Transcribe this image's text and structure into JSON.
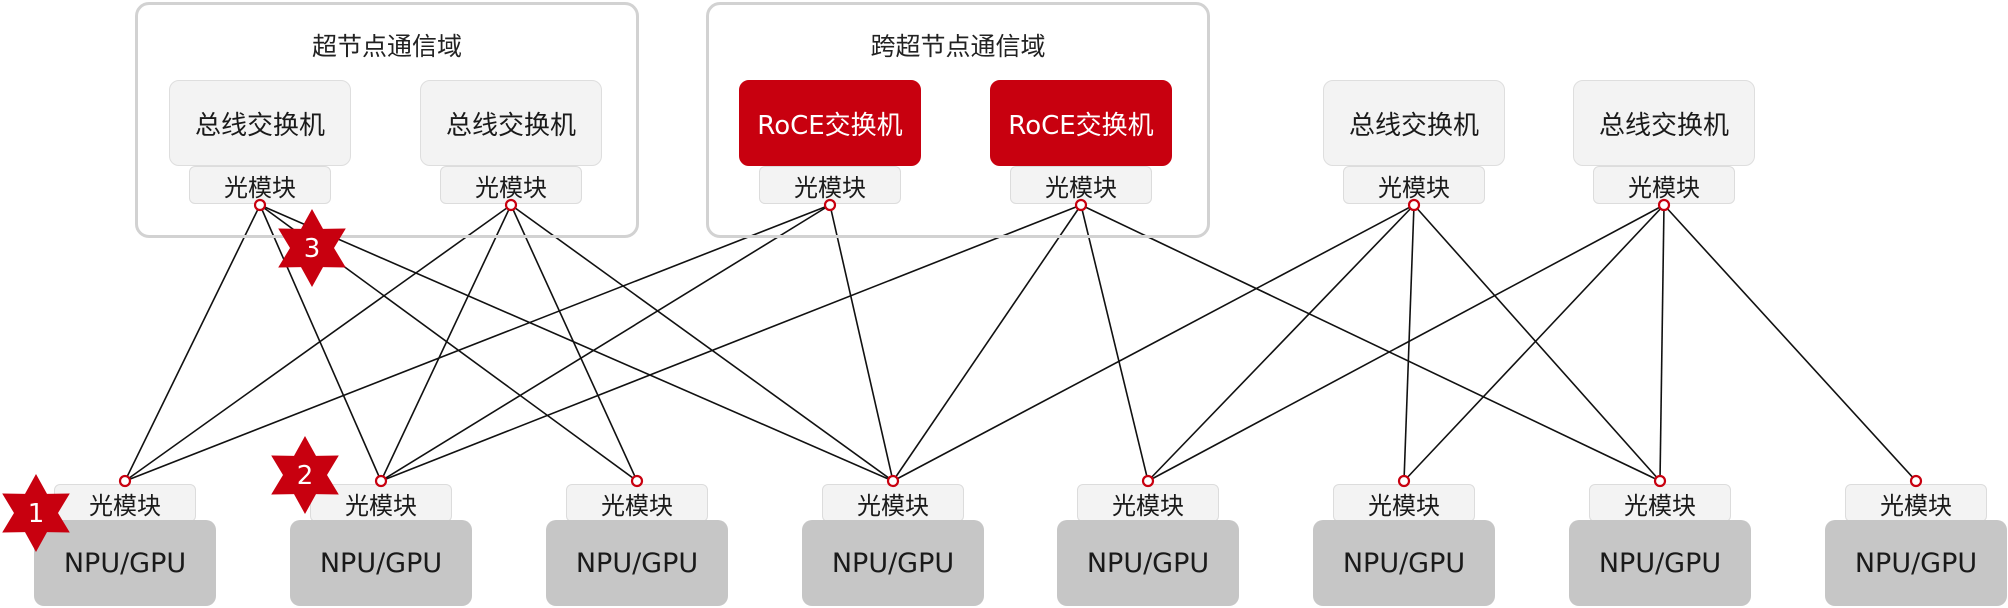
{
  "domains": [
    {
      "title": "超节点通信域"
    },
    {
      "title": "跨超节点通信域"
    }
  ],
  "switches": [
    {
      "label": "总线交换机",
      "kind": "bus"
    },
    {
      "label": "总线交换机",
      "kind": "bus"
    },
    {
      "label": "RoCE交换机",
      "kind": "roce"
    },
    {
      "label": "RoCE交换机",
      "kind": "roce"
    },
    {
      "label": "总线交换机",
      "kind": "bus"
    },
    {
      "label": "总线交换机",
      "kind": "bus"
    }
  ],
  "optical_module_label": "光模块",
  "npus": [
    {
      "label": "NPU/GPU"
    },
    {
      "label": "NPU/GPU"
    },
    {
      "label": "NPU/GPU"
    },
    {
      "label": "NPU/GPU"
    },
    {
      "label": "NPU/GPU"
    },
    {
      "label": "NPU/GPU"
    },
    {
      "label": "NPU/GPU"
    },
    {
      "label": "NPU/GPU"
    }
  ],
  "markers": [
    {
      "label": "1"
    },
    {
      "label": "2"
    },
    {
      "label": "3"
    }
  ],
  "links": [
    [
      0,
      0
    ],
    [
      0,
      1
    ],
    [
      0,
      2
    ],
    [
      0,
      3
    ],
    [
      1,
      0
    ],
    [
      1,
      1
    ],
    [
      1,
      2
    ],
    [
      1,
      3
    ],
    [
      2,
      0
    ],
    [
      2,
      1
    ],
    [
      2,
      3
    ],
    [
      3,
      1
    ],
    [
      3,
      3
    ],
    [
      3,
      4
    ],
    [
      3,
      6
    ],
    [
      4,
      3
    ],
    [
      4,
      4
    ],
    [
      4,
      5
    ],
    [
      4,
      6
    ],
    [
      5,
      4
    ],
    [
      5,
      5
    ],
    [
      5,
      6
    ],
    [
      5,
      7
    ]
  ],
  "colors": {
    "accent": "#c8000f",
    "line": "#111111"
  }
}
